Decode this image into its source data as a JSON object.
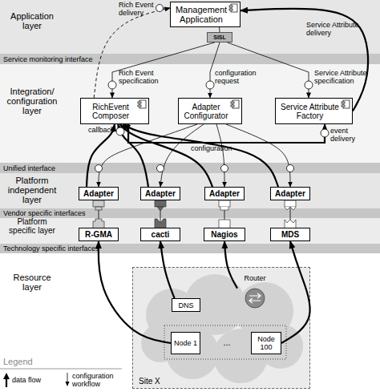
{
  "diagram": {
    "nodes": [
      {
        "text": [
          "Management Application"
        ]
      },
      {
        "text": [
          "SISL"
        ]
      },
      {
        "text": [
          "Service monitoring interface"
        ]
      },
      {
        "text": [
          "RichEvent Composer"
        ]
      },
      {
        "text": [
          "Adapter Configurator"
        ]
      },
      {
        "text": [
          "Service Attribute Factory"
        ]
      },
      {
        "text": [
          "Unified interface"
        ]
      },
      {
        "text": [
          "Adapter"
        ]
      },
      {
        "text": [
          "Adapter"
        ]
      },
      {
        "text": [
          "Adapter"
        ]
      },
      {
        "text": [
          "Adapter"
        ]
      },
      {
        "text": [
          "Vendor specific interfaces"
        ]
      },
      {
        "text": [
          "R-GMA"
        ]
      },
      {
        "text": [
          "cacti"
        ]
      },
      {
        "text": [
          "Nagios"
        ]
      },
      {
        "text": [
          "MDS"
        ]
      },
      {
        "text": [
          "Technology specific interfaces"
        ]
      },
      {
        "text": [
          "Site X"
        ]
      },
      {
        "text": [
          "DNS"
        ],
        "in": 17
      },
      {
        "text": [
          "Router"
        ],
        "in": 17
      },
      {
        "text": [
          "Node 1"
        ],
        "in": 17
      },
      {
        "text": [
          "Node 100"
        ],
        "in": 17
      }
    ],
    "edges": [
      {
        "from": 0,
        "to": 1,
        "arrow": "none"
      },
      {
        "from": 1,
        "to": 3,
        "label": "Rich Event specification",
        "arrow": "to"
      },
      {
        "from": 1,
        "to": 4,
        "label": "configuration request",
        "arrow": "to"
      },
      {
        "from": 1,
        "to": 5,
        "label": "Service Attribute specification",
        "arrow": "to"
      },
      {
        "from": 3,
        "to": 0,
        "label": "Rich Event delivery",
        "arrow": "to"
      },
      {
        "from": 5,
        "to": 0,
        "label": "Service Attribute delivery",
        "arrow": "to"
      },
      {
        "from": 4,
        "to": 7,
        "arrow": "to"
      },
      {
        "from": 4,
        "to": 8,
        "label": "configuration",
        "arrow": "to"
      },
      {
        "from": 4,
        "to": 9,
        "arrow": "to"
      },
      {
        "from": 4,
        "to": 10,
        "arrow": "to"
      },
      {
        "from": 7,
        "to": 3,
        "arrow": "to"
      },
      {
        "from": 8,
        "to": 3,
        "arrow": "to"
      },
      {
        "from": 9,
        "to": 3,
        "arrow": "to"
      },
      {
        "from": 10,
        "to": 3,
        "arrow": "to"
      },
      {
        "from": 3,
        "to": 5,
        "label": "event delivery",
        "arrow": "to"
      },
      {
        "from": 12,
        "to": 7,
        "arrow": "none"
      },
      {
        "from": 13,
        "to": 8,
        "arrow": "none"
      },
      {
        "from": 14,
        "to": 9,
        "arrow": "none"
      },
      {
        "from": 15,
        "to": 10,
        "arrow": "none"
      },
      {
        "from": 20,
        "to": 12,
        "arrow": "to"
      },
      {
        "from": 18,
        "to": 13,
        "arrow": "to"
      },
      {
        "from": 19,
        "to": 14,
        "arrow": "to"
      },
      {
        "from": 21,
        "to": 15,
        "arrow": "to"
      }
    ],
    "labels": [
      "Application layer",
      "Integration/ configuration layer",
      "Platform independent layer",
      "Platform specific layer",
      "Resource layer",
      "callback",
      "...",
      "Legend"
    ],
    "legend": [
      {
        "text": "data flow"
      },
      {
        "text": "configuration workflow"
      }
    ]
  }
}
